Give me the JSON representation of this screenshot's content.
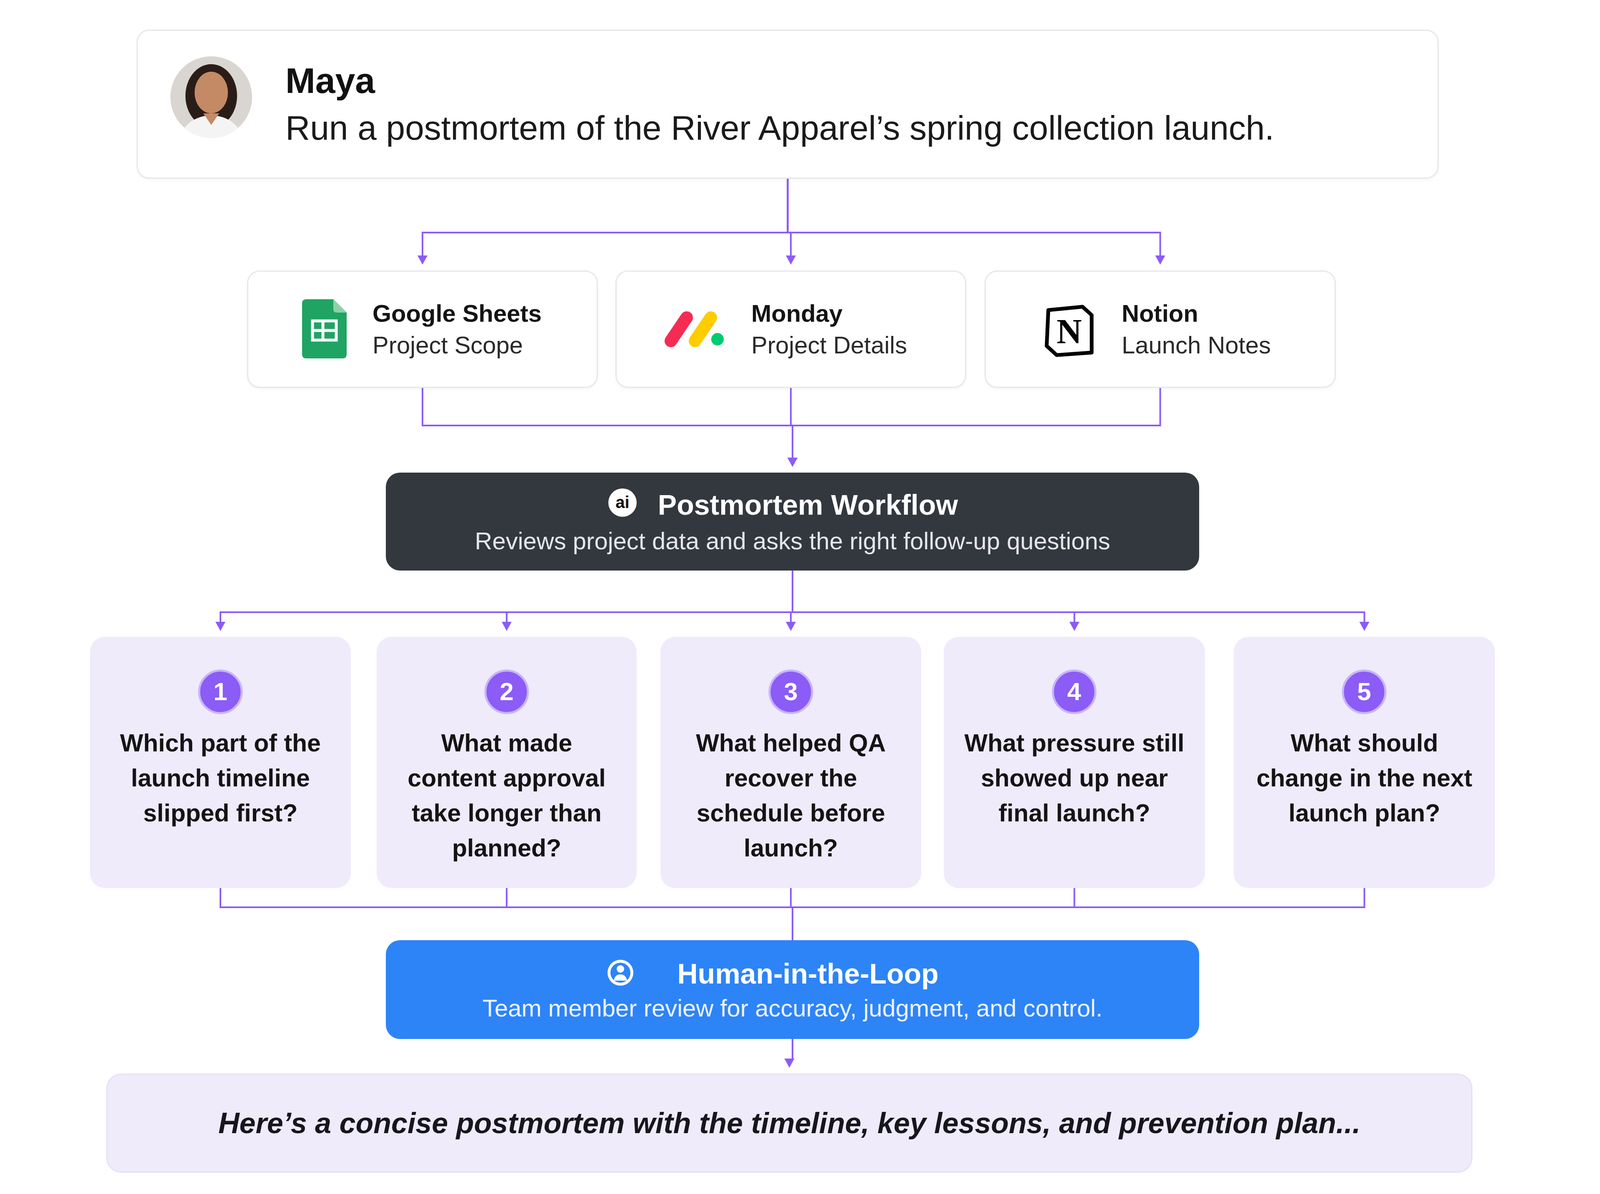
{
  "diagram": {
    "nodes": [
      {
        "text": [
          "Maya",
          "Run a postmortem of the River Apparel’s spring collection launch."
        ]
      },
      {
        "text": [
          "Google Sheets",
          "Project Scope"
        ]
      },
      {
        "text": [
          "Monday",
          "Project Details"
        ]
      },
      {
        "text": [
          "Notion",
          "Launch Notes"
        ]
      },
      {
        "text": [
          "Postmortem Workflow",
          "Reviews project data and asks the right follow-up questions"
        ]
      },
      {
        "text": [
          "Which part of the launch timeline slipped first?"
        ]
      },
      {
        "text": [
          "What made content approval take longer than planned?"
        ]
      },
      {
        "text": [
          "What helped QA recover the schedule before launch?"
        ]
      },
      {
        "text": [
          "What pressure still showed up near final launch?"
        ]
      },
      {
        "text": [
          "What should change in the next launch plan?"
        ]
      },
      {
        "text": [
          "Human-in-the-Loop",
          "Team member review for accuracy, judgment, and control."
        ]
      },
      {
        "text": [
          "Here’s a concise postmortem with the timeline, key lessons, and prevention plan..."
        ]
      }
    ],
    "edges": [
      {
        "from": 0,
        "to": 1,
        "arrow": "to"
      },
      {
        "from": 0,
        "to": 2,
        "arrow": "to"
      },
      {
        "from": 0,
        "to": 3,
        "arrow": "to"
      },
      {
        "from": 1,
        "to": 4,
        "arrow": "to"
      },
      {
        "from": 2,
        "to": 4,
        "arrow": "to"
      },
      {
        "from": 3,
        "to": 4,
        "arrow": "to"
      },
      {
        "from": 4,
        "to": 5,
        "arrow": "to"
      },
      {
        "from": 4,
        "to": 6,
        "arrow": "to"
      },
      {
        "from": 4,
        "to": 7,
        "arrow": "to"
      },
      {
        "from": 4,
        "to": 8,
        "arrow": "to"
      },
      {
        "from": 4,
        "to": 9,
        "arrow": "to"
      },
      {
        "from": 5,
        "to": 10,
        "arrow": "none"
      },
      {
        "from": 6,
        "to": 10,
        "arrow": "none"
      },
      {
        "from": 7,
        "to": 10,
        "arrow": "none"
      },
      {
        "from": 8,
        "to": 10,
        "arrow": "none"
      },
      {
        "from": 9,
        "to": 10,
        "arrow": "none"
      },
      {
        "from": 10,
        "to": 11,
        "arrow": "to"
      }
    ],
    "labels": [
      "N",
      "ai",
      "1",
      "2",
      "3",
      "4",
      "5"
    ]
  }
}
